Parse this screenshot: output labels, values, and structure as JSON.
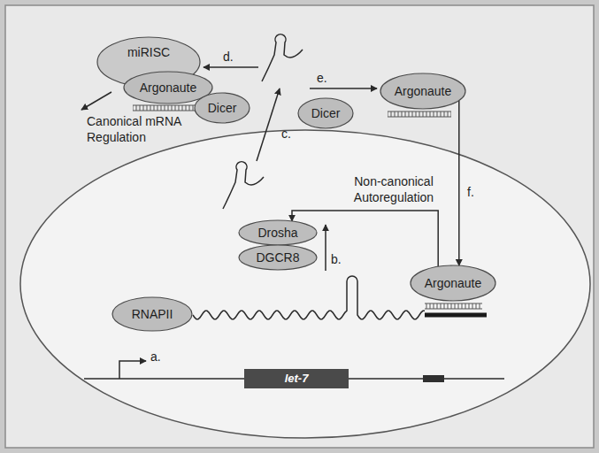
{
  "diagram": {
    "nodes": [
      {
        "text": [
          "miRISC"
        ]
      },
      {
        "text": [
          "Argonaute"
        ]
      },
      {
        "text": [
          "Dicer"
        ]
      },
      {
        "text": [
          "Dicer"
        ]
      },
      {
        "text": [
          "Argonaute"
        ]
      },
      {
        "text": [
          "Drosha"
        ]
      },
      {
        "text": [
          "DGCR8"
        ]
      },
      {
        "text": [
          "Argonaute"
        ]
      },
      {
        "text": [
          "RNAPII"
        ]
      },
      {
        "text": [
          "let-7"
        ]
      }
    ],
    "edges": [
      {
        "from": 4,
        "to": 7,
        "label": "f.",
        "arrow": "to"
      },
      {
        "from": 7,
        "to": 5,
        "label": "Non-canonical Autoregulation",
        "arrow": "to"
      }
    ],
    "labels": [
      "Canonical mRNA Regulation",
      "a.",
      "b.",
      "c.",
      "d.",
      "e."
    ]
  }
}
